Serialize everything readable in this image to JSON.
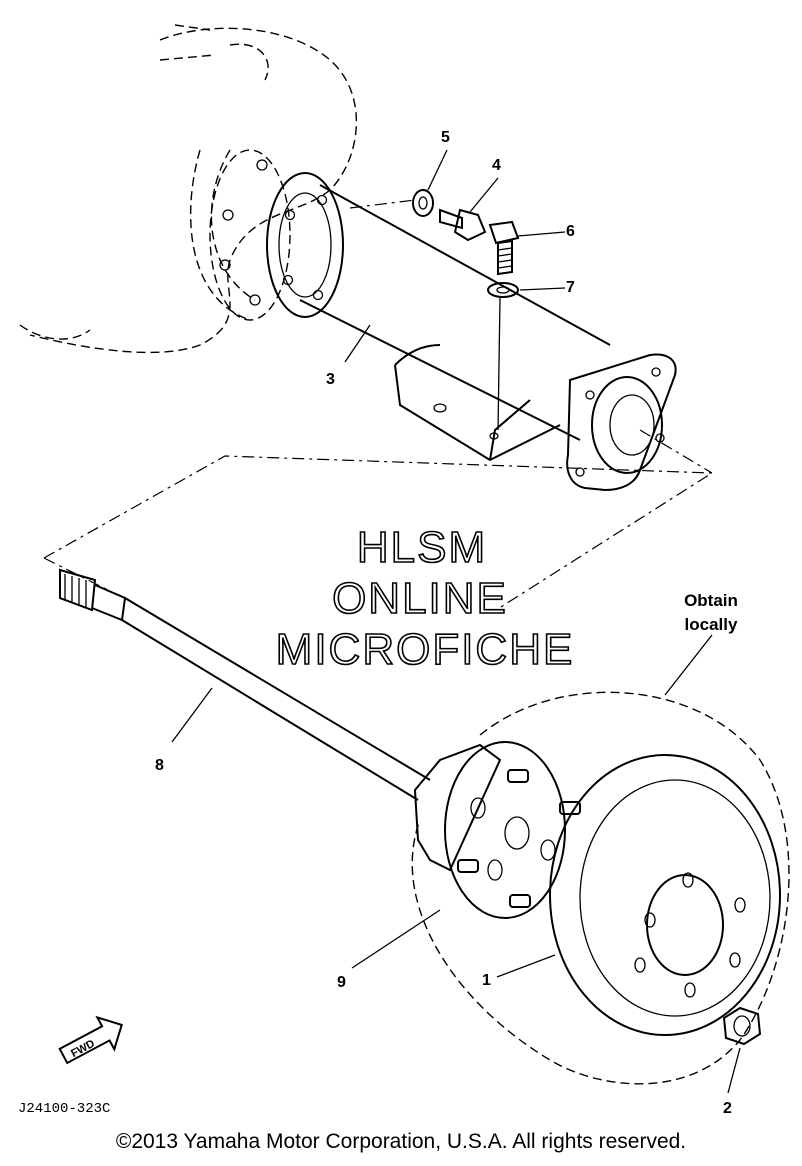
{
  "callouts": {
    "c1": "1",
    "c2": "2",
    "c3": "3",
    "c4": "4",
    "c5": "5",
    "c6": "6",
    "c7": "7",
    "c8": "8",
    "c9": "9"
  },
  "note": {
    "line1": "Obtain",
    "line2": "locally"
  },
  "watermark": {
    "line1": "HLSM",
    "line2": "ONLINE",
    "line3": "MICROFICHE"
  },
  "front_badge": "FWD",
  "drawing_code": "J24100-323C",
  "copyright": "©2013 Yamaha Motor Corporation, U.S.A. All rights reserved."
}
